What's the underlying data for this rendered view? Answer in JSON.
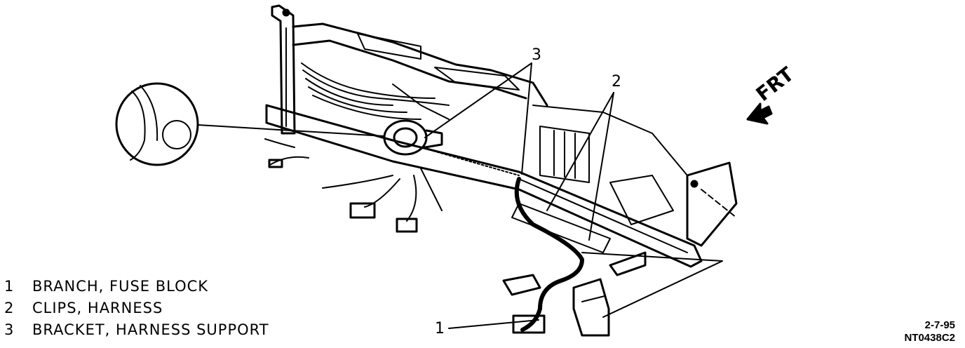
{
  "direction_label": "FRT",
  "callouts": [
    "1",
    "2",
    "3"
  ],
  "legend": [
    {
      "num": "1",
      "text": "BRANCH, FUSE BLOCK"
    },
    {
      "num": "2",
      "text": "CLIPS, HARNESS"
    },
    {
      "num": "3",
      "text": "BRACKET, HARNESS SUPPORT"
    }
  ],
  "ref_date": "2-7-95",
  "ref_code": "NT0438C2",
  "colors": {
    "ink": "#000000",
    "background": "#ffffff"
  }
}
